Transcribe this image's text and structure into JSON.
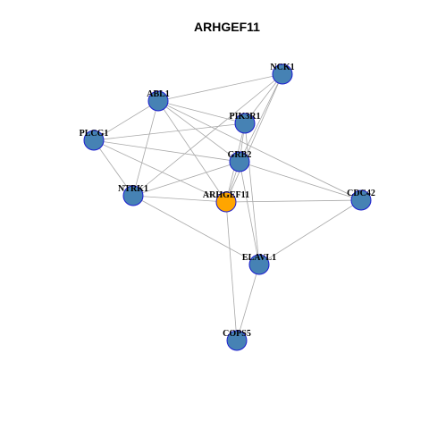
{
  "title": "ARHGEF11",
  "colors": {
    "node_fill": "#4682b4",
    "highlight_fill": "#ffa500",
    "node_stroke": "#1c1cd0",
    "edge": "#a8a8a8"
  },
  "nodes": [
    {
      "id": "NCK1",
      "label": "NCK1",
      "highlight": false
    },
    {
      "id": "ABL1",
      "label": "ABL1",
      "highlight": false
    },
    {
      "id": "PIK3R1",
      "label": "PIK3R1",
      "highlight": false
    },
    {
      "id": "PLCG1",
      "label": "PLCG1",
      "highlight": false
    },
    {
      "id": "GRB2",
      "label": "GRB2",
      "highlight": false
    },
    {
      "id": "NTRK1",
      "label": "NTRK1",
      "highlight": false
    },
    {
      "id": "ARHGEF11",
      "label": "ARHGEF11",
      "highlight": true
    },
    {
      "id": "CDC42",
      "label": "CDC42",
      "highlight": false
    },
    {
      "id": "ELAVL1",
      "label": "ELAVL1",
      "highlight": false
    },
    {
      "id": "COPS5",
      "label": "COPS5",
      "highlight": false
    }
  ],
  "edges": [
    [
      "ABL1",
      "NCK1"
    ],
    [
      "ABL1",
      "PIK3R1"
    ],
    [
      "ABL1",
      "PLCG1"
    ],
    [
      "ABL1",
      "GRB2"
    ],
    [
      "ABL1",
      "NTRK1"
    ],
    [
      "ABL1",
      "ARHGEF11"
    ],
    [
      "ABL1",
      "CDC42"
    ],
    [
      "NCK1",
      "PIK3R1"
    ],
    [
      "NCK1",
      "GRB2"
    ],
    [
      "NCK1",
      "ARHGEF11"
    ],
    [
      "NCK1",
      "NTRK1"
    ],
    [
      "PIK3R1",
      "PLCG1"
    ],
    [
      "PIK3R1",
      "GRB2"
    ],
    [
      "PIK3R1",
      "ARHGEF11"
    ],
    [
      "PIK3R1",
      "ELAVL1"
    ],
    [
      "PLCG1",
      "GRB2"
    ],
    [
      "PLCG1",
      "NTRK1"
    ],
    [
      "PLCG1",
      "ARHGEF11"
    ],
    [
      "GRB2",
      "NTRK1"
    ],
    [
      "GRB2",
      "ARHGEF11"
    ],
    [
      "GRB2",
      "CDC42"
    ],
    [
      "GRB2",
      "ELAVL1"
    ],
    [
      "NTRK1",
      "ARHGEF11"
    ],
    [
      "NTRK1",
      "ELAVL1"
    ],
    [
      "ARHGEF11",
      "CDC42"
    ],
    [
      "ARHGEF11",
      "COPS5"
    ],
    [
      "CDC42",
      "ELAVL1"
    ],
    [
      "ELAVL1",
      "COPS5"
    ]
  ]
}
